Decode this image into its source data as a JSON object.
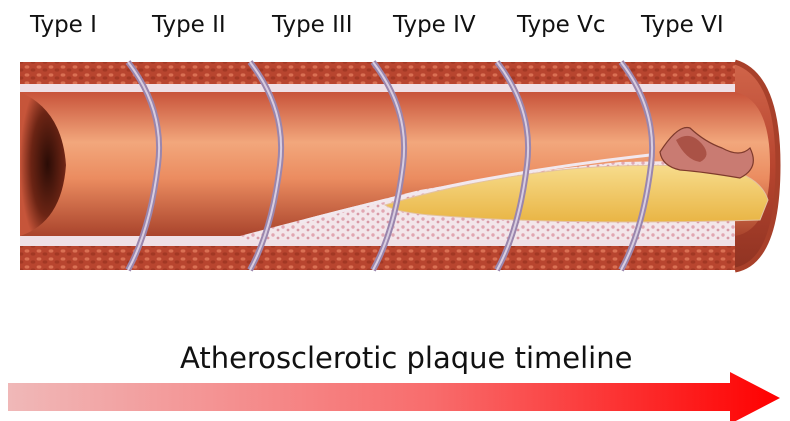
{
  "stages": [
    {
      "label": "Type I"
    },
    {
      "label": "Type II"
    },
    {
      "label": "Type III"
    },
    {
      "label": "Type IV"
    },
    {
      "label": "Type Vc"
    },
    {
      "label": "Type VI"
    }
  ],
  "timeline": {
    "label": "Atherosclerotic plaque timeline",
    "gradient_start_color": "#f0b8b8",
    "gradient_end_color": "#ff0000"
  },
  "colors": {
    "vessel_wall": "#b8452f",
    "lumen": "#e9865a",
    "intima": "#efe0e6",
    "plaque_core": "#f0c760",
    "cap_outline": "#9a86ad"
  }
}
